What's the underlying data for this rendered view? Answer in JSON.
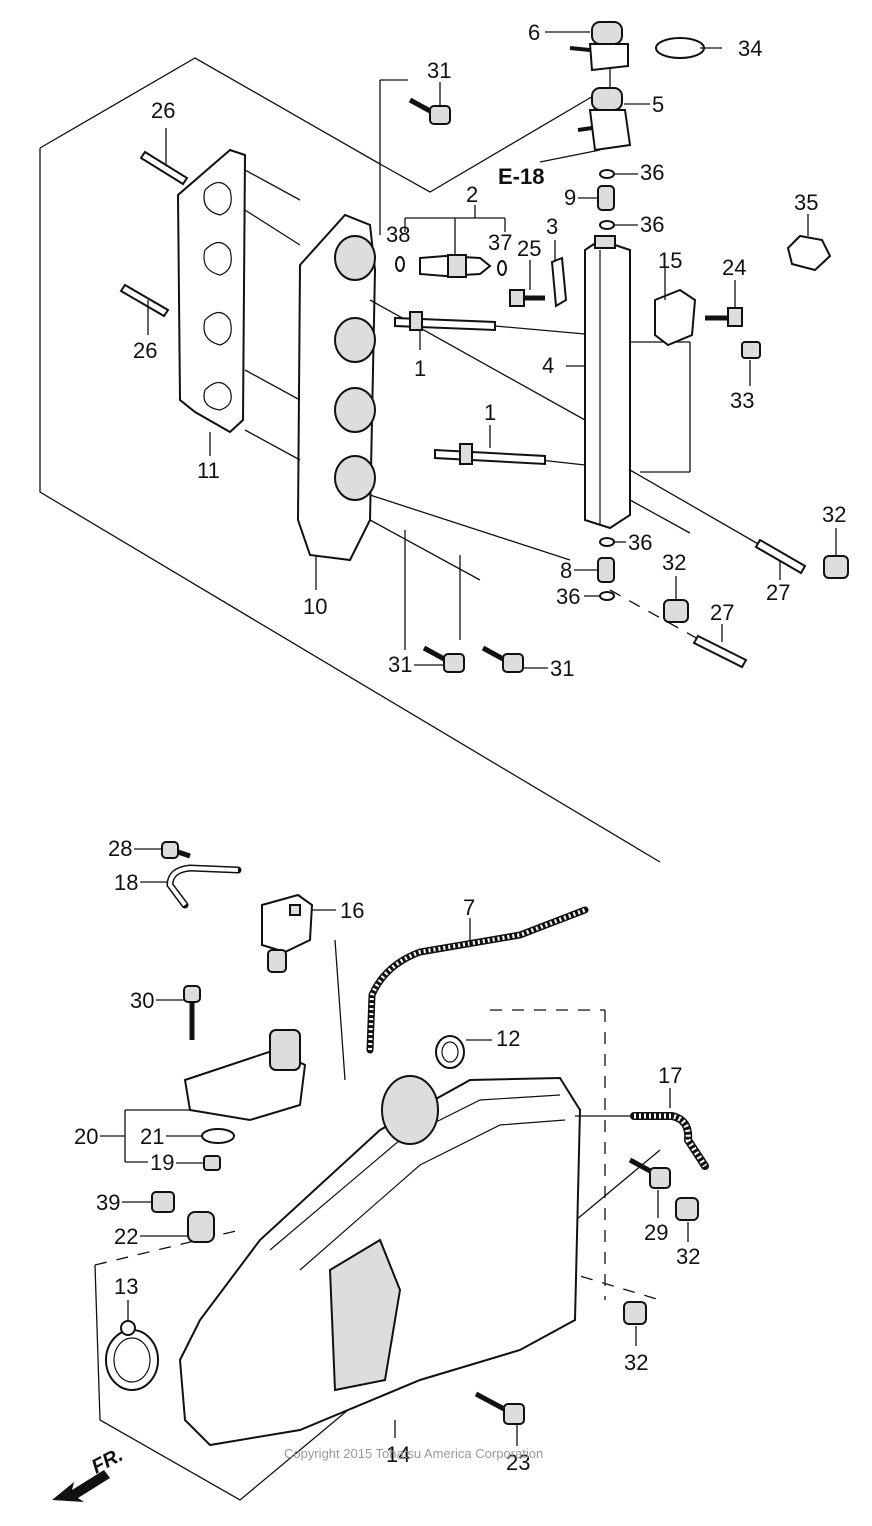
{
  "diagram": {
    "copyright": "Copyright 2015 Tohatsu America Corporation",
    "reference": "E-18",
    "front_label": "FR.",
    "callouts": {
      "c6": "6",
      "c34": "34",
      "c31a": "31",
      "c5": "5",
      "c26a": "26",
      "c36a": "36",
      "c9": "9",
      "c2": "2",
      "c36b": "36",
      "c35": "35",
      "c3": "3",
      "c38": "38",
      "c37": "37",
      "c25": "25",
      "c15": "15",
      "c24": "24",
      "c26b": "26",
      "c4": "4",
      "c1a": "1",
      "c33": "33",
      "c1b": "1",
      "c11": "11",
      "c32a": "32",
      "c36c": "36",
      "c8": "8",
      "c32b": "32",
      "c27a": "27",
      "c36d": "36",
      "c10": "10",
      "c27b": "27",
      "c31b": "31",
      "c31c": "31",
      "c28": "28",
      "c18": "18",
      "c16": "16",
      "c7": "7",
      "c30": "30",
      "c12": "12",
      "c17": "17",
      "c20": "20",
      "c21": "21",
      "c19": "19",
      "c39": "39",
      "c29": "29",
      "c22": "22",
      "c32c": "32",
      "c13": "13",
      "c32d": "32",
      "c14": "14",
      "c23": "23"
    }
  }
}
